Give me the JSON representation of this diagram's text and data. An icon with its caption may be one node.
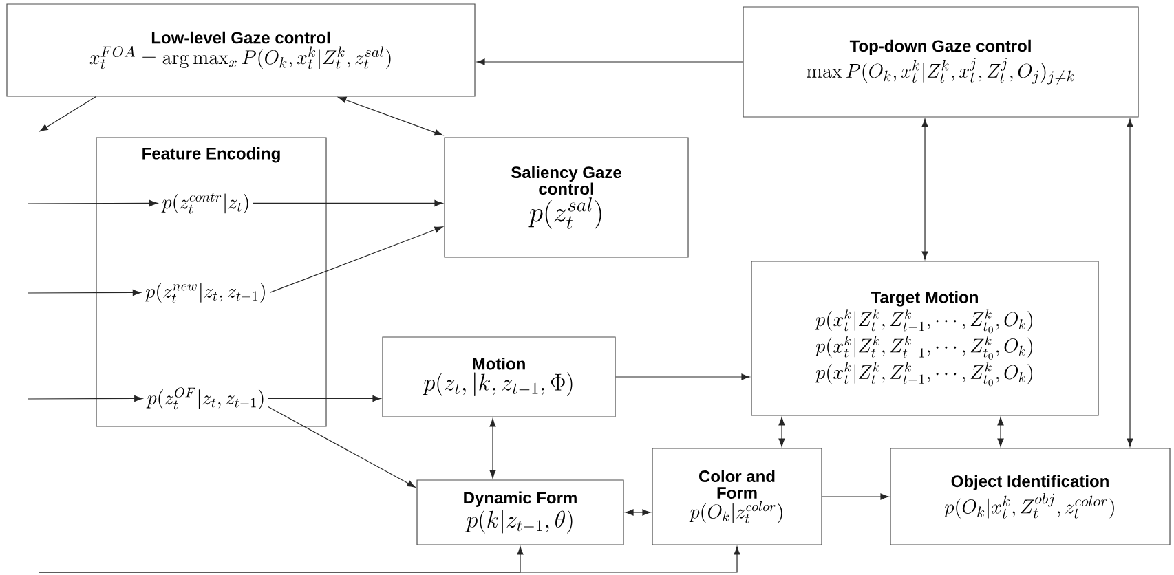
{
  "diagram": {
    "nodes": [
      {
        "text": [
          "Low-level Gaze control",
          "x_t^{FOA} = \\arg\\max_x P(O_k, x_t^k | Z_t^k, z_t^{sal})"
        ]
      },
      {
        "text": [
          "Top-down Gaze control",
          "\\max P(O_k, x_t^k | Z_t^k, x_t^j, Z_t^j, O_j)_{j \\neq k}"
        ]
      },
      {
        "text": [
          "Feature  Encoding"
        ]
      },
      {
        "text": [
          "p(z_t^{contr} | z_t)"
        ],
        "in": 2
      },
      {
        "text": [
          "p(z_t^{new} | z_t, z_{t-1})"
        ],
        "in": 2
      },
      {
        "text": [
          "p(z_t^{OF} | z_t, z_{t-1})"
        ],
        "in": 2
      },
      {
        "text": [
          "Saliency Gaze control",
          "p(z_t^{sal})"
        ]
      },
      {
        "text": [
          "Target  Motion",
          "p(x_t^k | Z_t^k, Z_{t-1}^k, \\cdots, Z_{t_0}^k, O_k)",
          "p(x_t^k | Z_t^k, Z_{t-1}^k, \\cdots, Z_{t_0}^k, O_k)",
          "p(x_t^k | Z_t^k, Z_{t-1}^k, \\cdots, Z_{t_0}^k, O_k)"
        ]
      },
      {
        "text": [
          "Motion",
          "p(z_t, | k, z_{t-1}, \\Phi)"
        ]
      },
      {
        "text": [
          "Dynamic Form",
          "p(k | z_{t-1}, \\theta)"
        ]
      },
      {
        "text": [
          "Color and Form",
          "p(O_k | z_t^{color})"
        ]
      },
      {
        "text": [
          "Object Identification",
          "p(O_k | x_t^k, Z_t^{obj}, z_t^{color})"
        ]
      }
    ],
    "edges": [
      {
        "from": 1,
        "to": 0,
        "arrow": "to"
      },
      {
        "from": 0,
        "to": null,
        "arrow": "to"
      },
      {
        "from": 0,
        "to": 6,
        "arrow": "both"
      },
      {
        "from": null,
        "to": 3,
        "arrow": "to"
      },
      {
        "from": null,
        "to": 4,
        "arrow": "to"
      },
      {
        "from": null,
        "to": 5,
        "arrow": "to"
      },
      {
        "from": 3,
        "to": 6,
        "arrow": "to"
      },
      {
        "from": 4,
        "to": 6,
        "arrow": "to"
      },
      {
        "from": 5,
        "to": 8,
        "arrow": "to"
      },
      {
        "from": 5,
        "to": 9,
        "arrow": "to"
      },
      {
        "from": 1,
        "to": 7,
        "arrow": "both"
      },
      {
        "from": 11,
        "to": 1,
        "arrow": "both"
      },
      {
        "from": 8,
        "to": 7,
        "arrow": "to"
      },
      {
        "from": 8,
        "to": 9,
        "arrow": "both"
      },
      {
        "from": 7,
        "to": 10,
        "arrow": "both"
      },
      {
        "from": 7,
        "to": 11,
        "arrow": "both"
      },
      {
        "from": 9,
        "to": 10,
        "arrow": "both"
      },
      {
        "from": 10,
        "to": 11,
        "arrow": "to"
      },
      {
        "from": null,
        "to": 9,
        "arrow": "to"
      },
      {
        "from": null,
        "to": 10,
        "arrow": "to"
      }
    ]
  }
}
